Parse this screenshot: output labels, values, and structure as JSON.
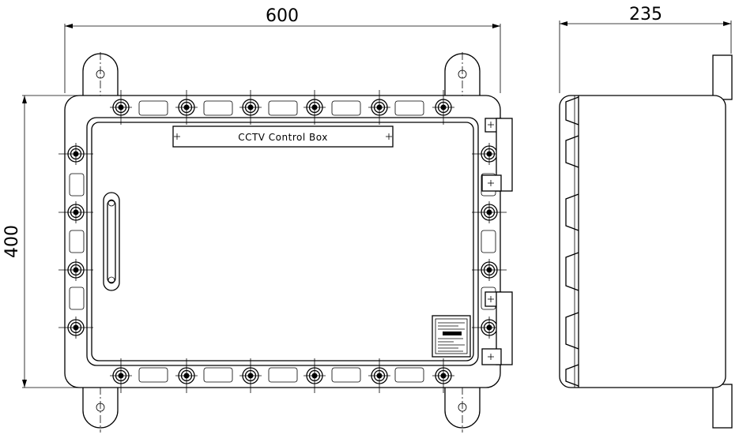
{
  "dimensions": {
    "front_width": "600",
    "front_height": "400",
    "side_depth": "235"
  },
  "nameplate": {
    "label": "CCTV Control Box"
  },
  "colors": {
    "line": "#000000",
    "background": "#ffffff"
  }
}
